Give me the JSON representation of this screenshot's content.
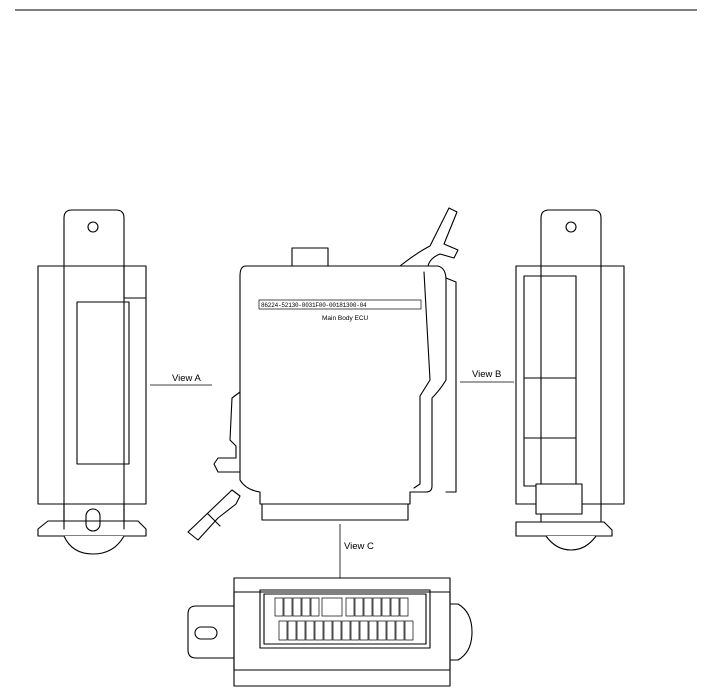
{
  "part_number": "86224-52130-0031F00-00181300-04",
  "part_label": "Main Body ECU",
  "views": {
    "a": "View A",
    "b": "View B",
    "c": "View C"
  }
}
